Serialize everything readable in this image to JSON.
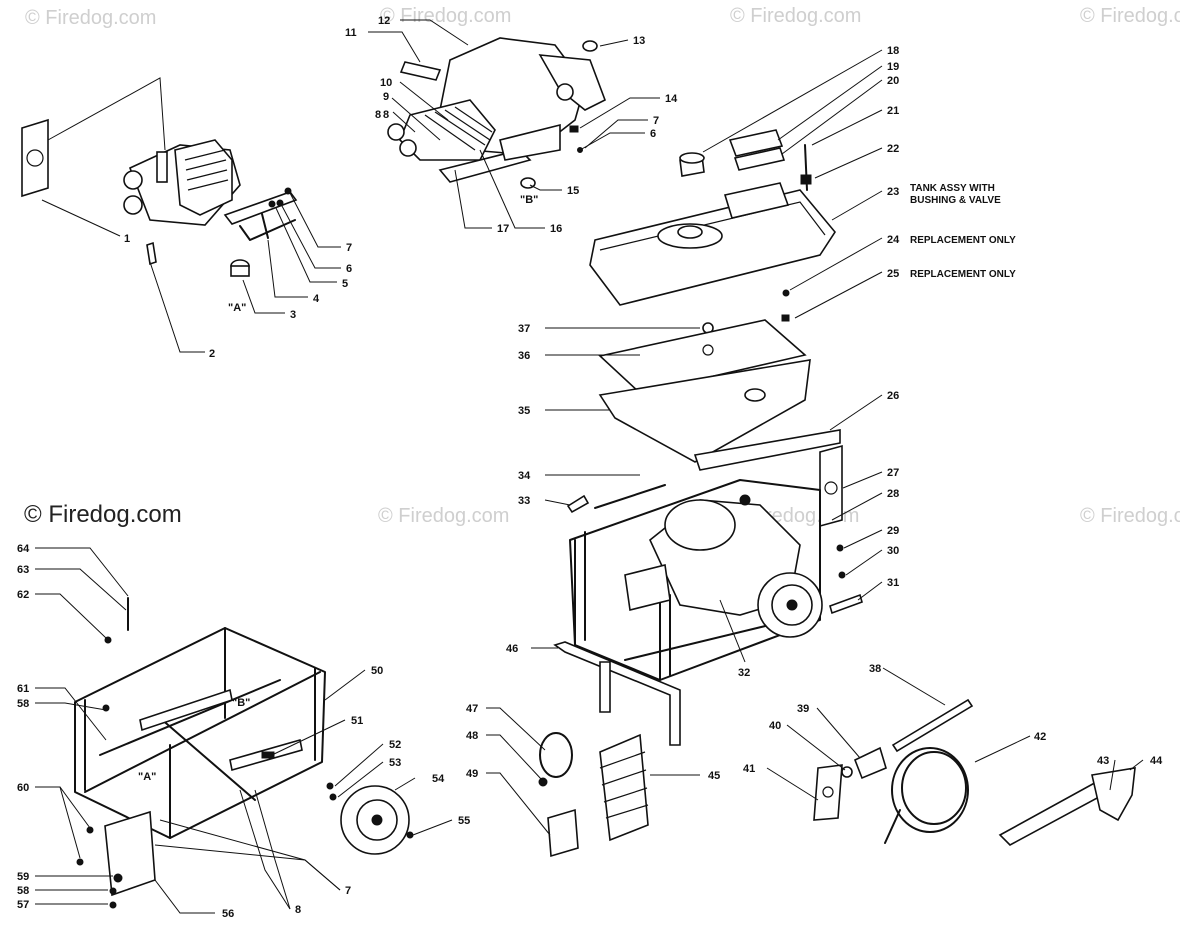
{
  "watermarks": [
    "© Firedog.com",
    "© Firedog.com",
    "© Firedog.com",
    "© Firedog.com",
    "© Firedog.com",
    "© Firedog.com",
    "© Firedog.com"
  ],
  "brand": "© Firedog.com",
  "notes": {
    "tank_assy_line1": "TANK ASSY WITH",
    "tank_assy_line2": "BUSHING & VALVE",
    "replacement_24": "REPLACEMENT ONLY",
    "replacement_25": "REPLACEMENT ONLY",
    "marker_a": "\"A\"",
    "marker_b": "\"B\"",
    "marker_a2": "\"A\"",
    "marker_b2": "\"B\""
  },
  "callouts": [
    "1",
    "2",
    "3",
    "4",
    "5",
    "6",
    "7",
    "8",
    "9",
    "10",
    "11",
    "12",
    "13",
    "14",
    "7",
    "6",
    "15",
    "16",
    "17",
    "8",
    "18",
    "19",
    "20",
    "21",
    "22",
    "23",
    "24",
    "25",
    "26",
    "27",
    "28",
    "29",
    "30",
    "31",
    "32",
    "33",
    "34",
    "35",
    "36",
    "37",
    "38",
    "39",
    "40",
    "41",
    "42",
    "43",
    "44",
    "45",
    "46",
    "47",
    "48",
    "49",
    "50",
    "51",
    "52",
    "53",
    "54",
    "55",
    "56",
    "57",
    "58",
    "59",
    "60",
    "61",
    "58",
    "62",
    "63",
    "64",
    "7",
    "8"
  ]
}
